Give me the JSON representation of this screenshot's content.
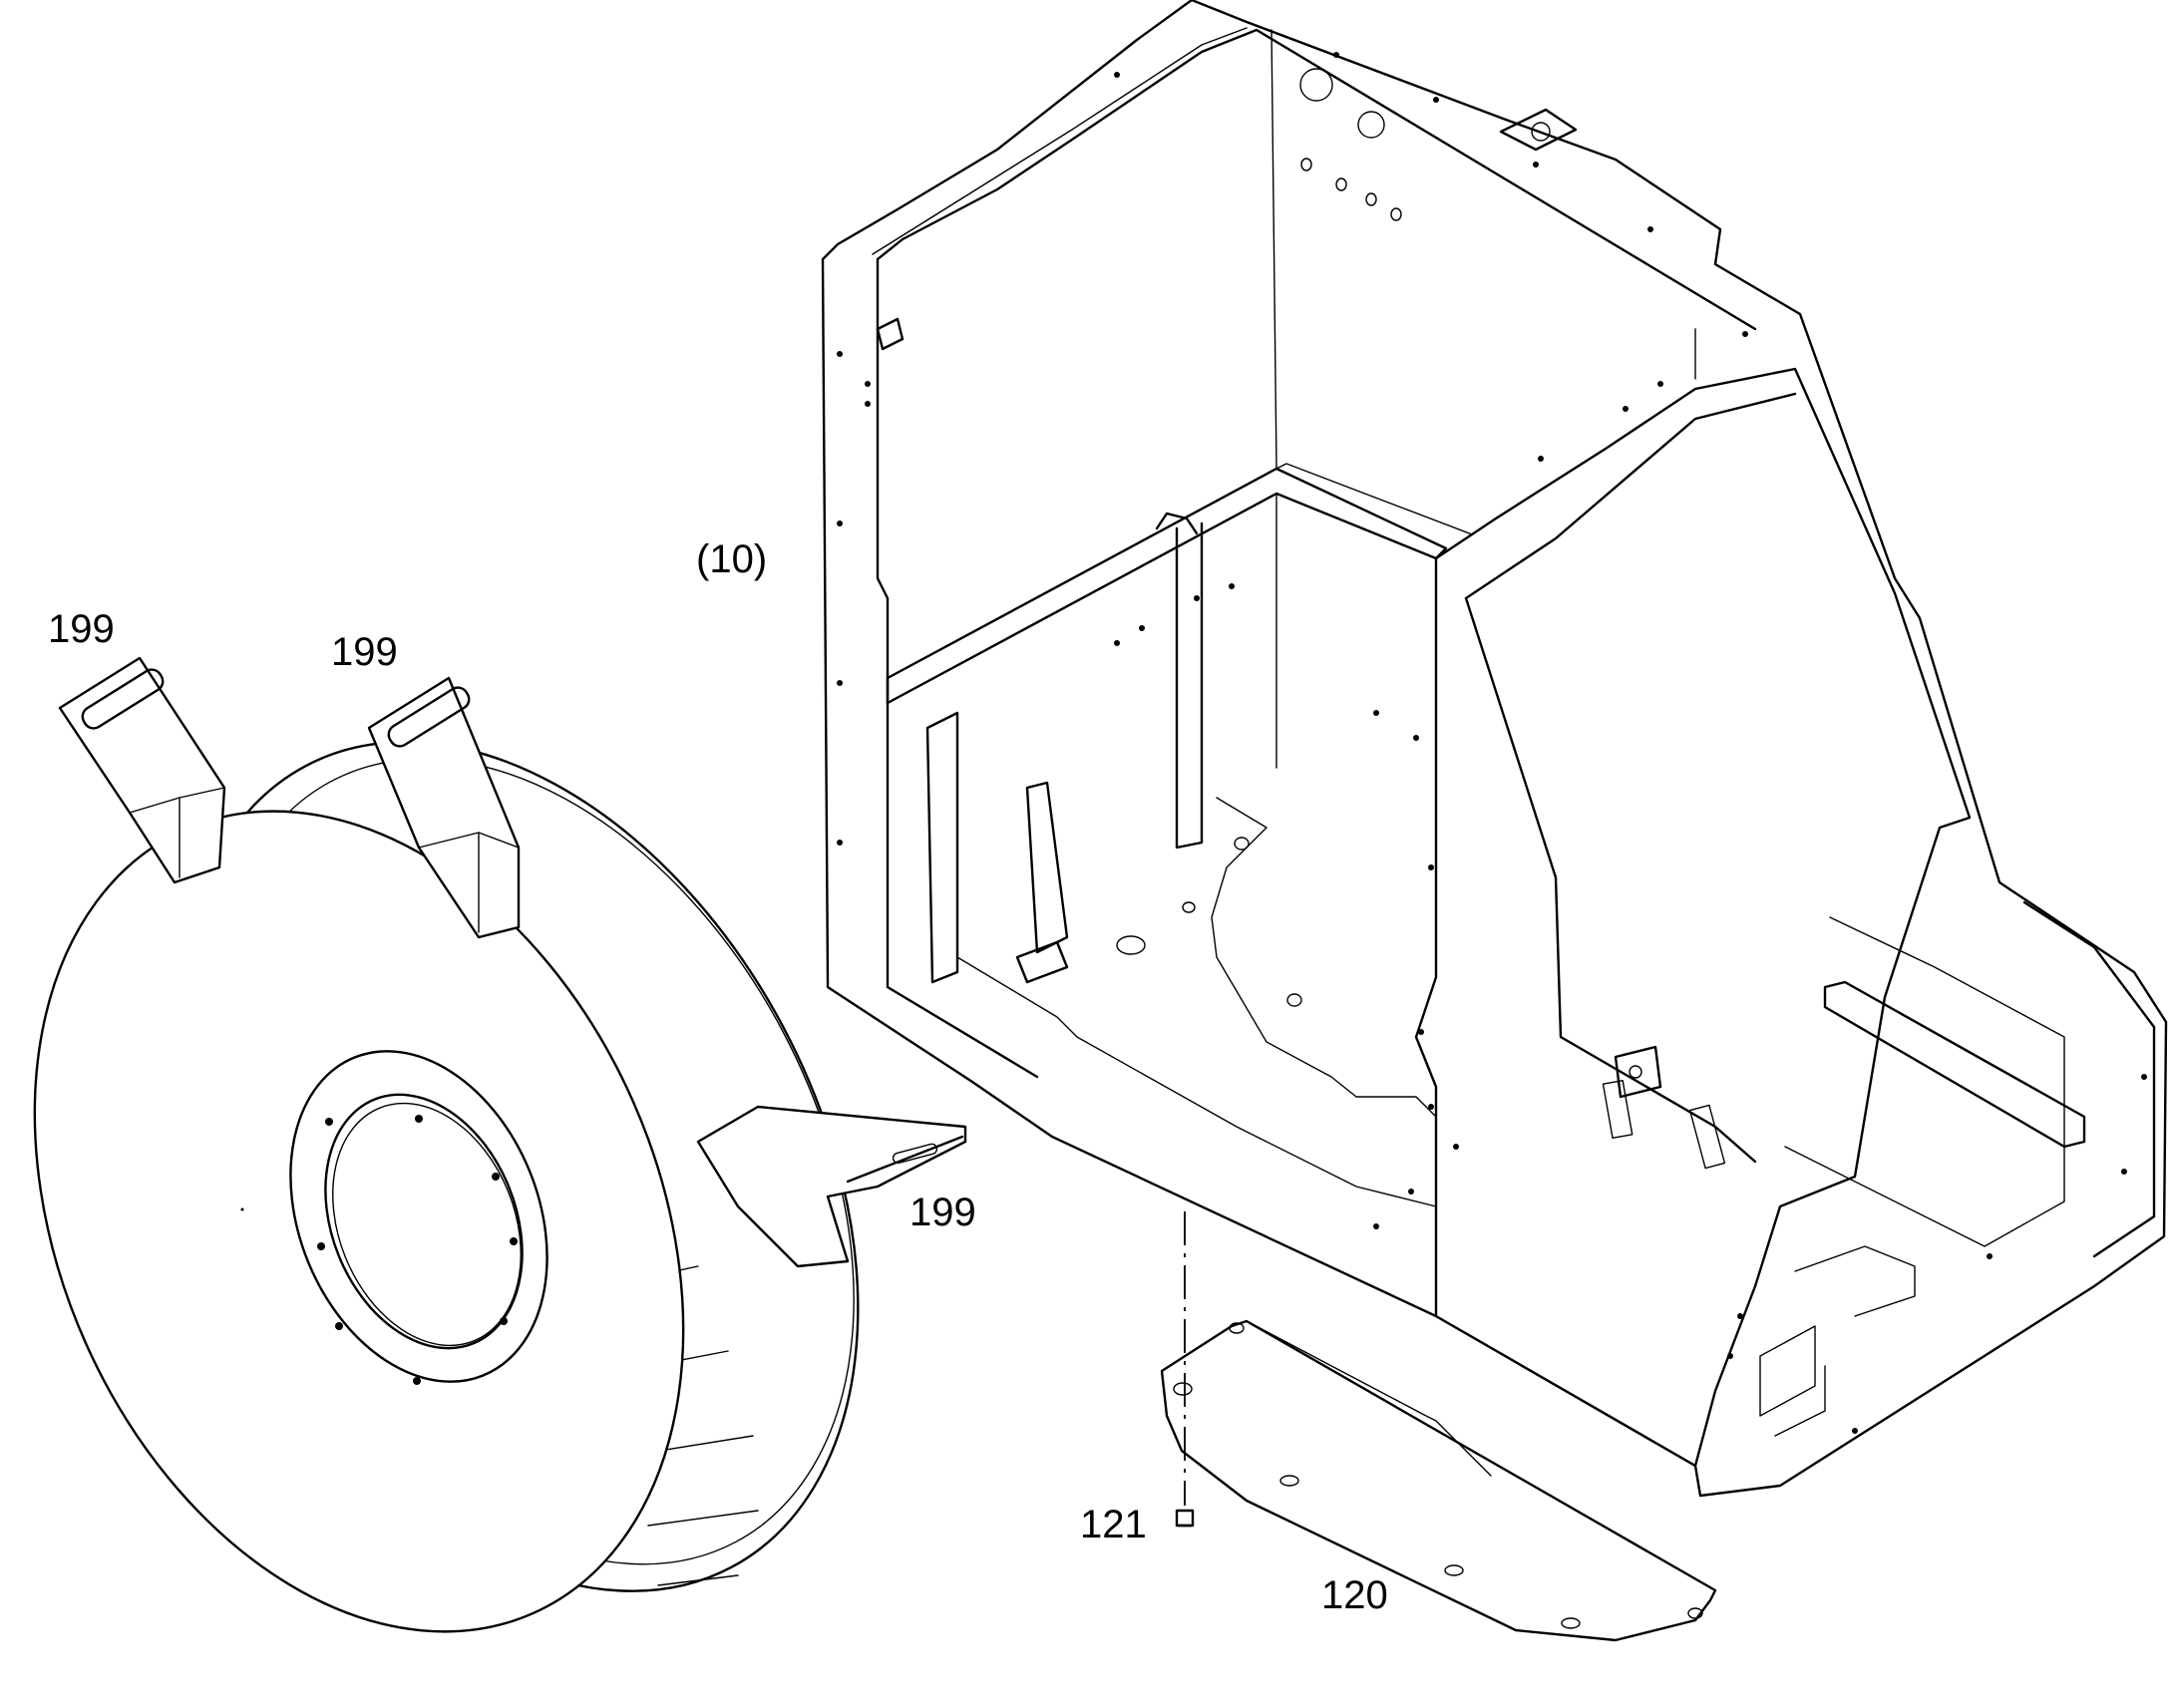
{
  "figure": {
    "callouts": {
      "fan_label_left": "199",
      "fan_label_middle": "199",
      "fan_label_right": "199",
      "frame_label": "(10)",
      "screw_label": "121",
      "cover_plate_label": "120"
    }
  }
}
